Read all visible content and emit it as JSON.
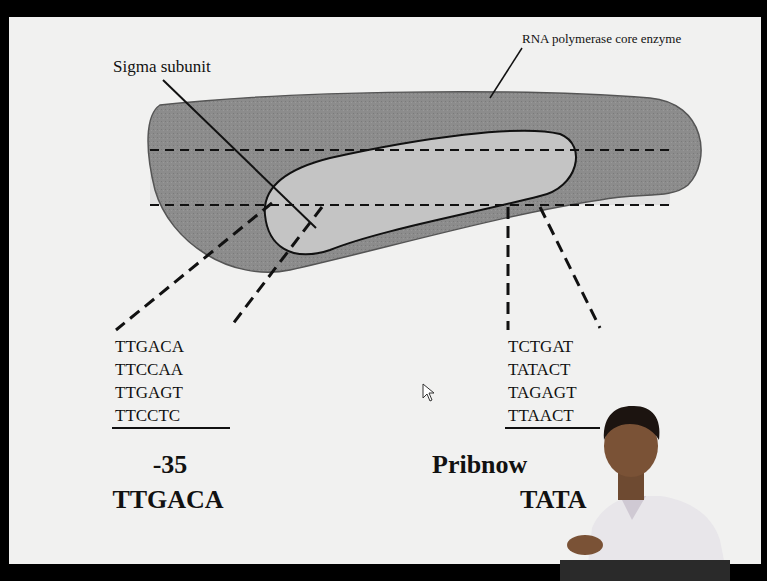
{
  "diagram": {
    "labels": [
      "Sigma subunit",
      "RNA polymerase core enzyme",
      "TTGACA",
      "TTCCAA",
      "TTGAGT",
      "TTCCTC",
      "-35",
      "TTGACA",
      "TCTGAT",
      "TATACT",
      "TAGAGT",
      "TTAACT",
      "Pribnow",
      "TATA"
    ]
  }
}
